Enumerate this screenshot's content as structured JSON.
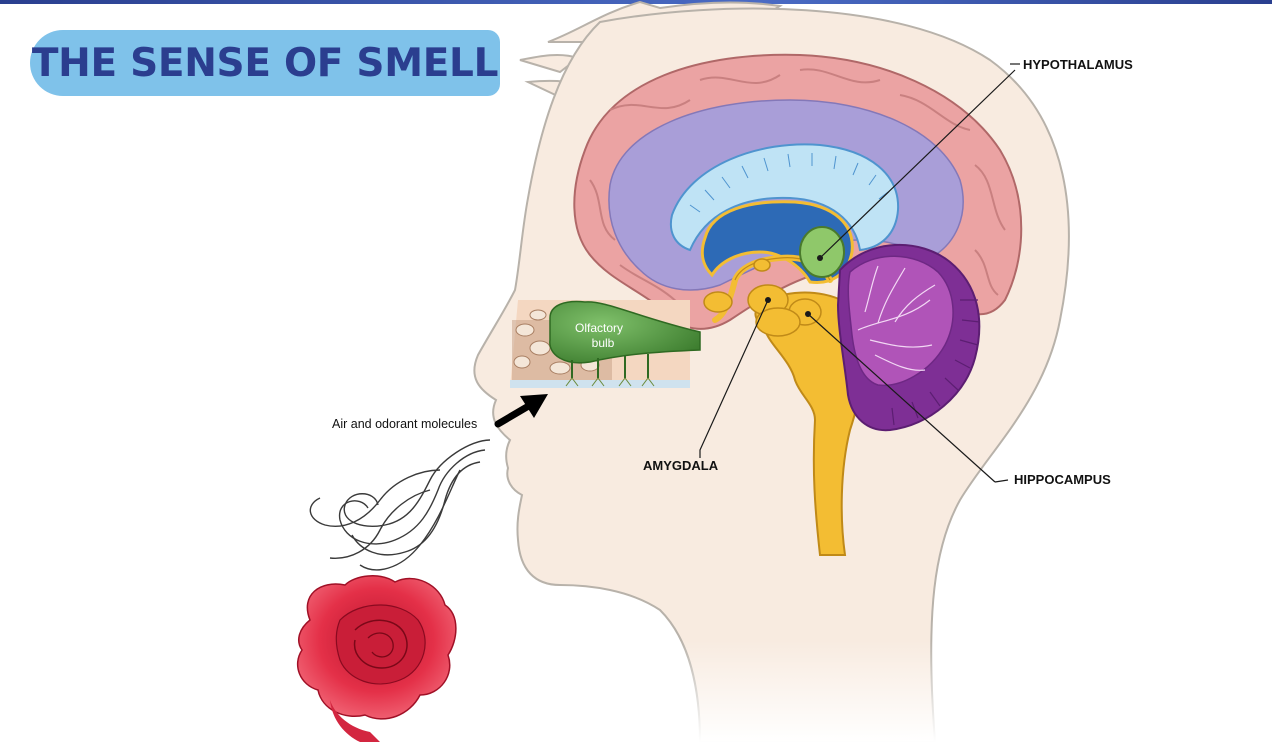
{
  "title": "THE SENSE OF SMELL",
  "labels": {
    "hypothalamus": "HYPOTHALAMUS",
    "amygdala": "AMYGDALA",
    "hippocampus": "HIPPOCAMPUS",
    "olfactory_line1": "Olfactory",
    "olfactory_line2": "bulb",
    "air": "Air and odorant molecules"
  },
  "colors": {
    "title_pill": "#7fc2ea",
    "title_text": "#2b3e8f",
    "skin": "#f8ebe0",
    "brain_pink": "#eba3a3",
    "ventricle_lavender": "#a99ed8",
    "corpus_blue": "#2d6ab6",
    "brainstem_yellow": "#f3bd33",
    "cerebellum_purple": "#8c3a9d",
    "olfactory_green": "#4a8c3a",
    "rose_red": "#e42f48"
  }
}
